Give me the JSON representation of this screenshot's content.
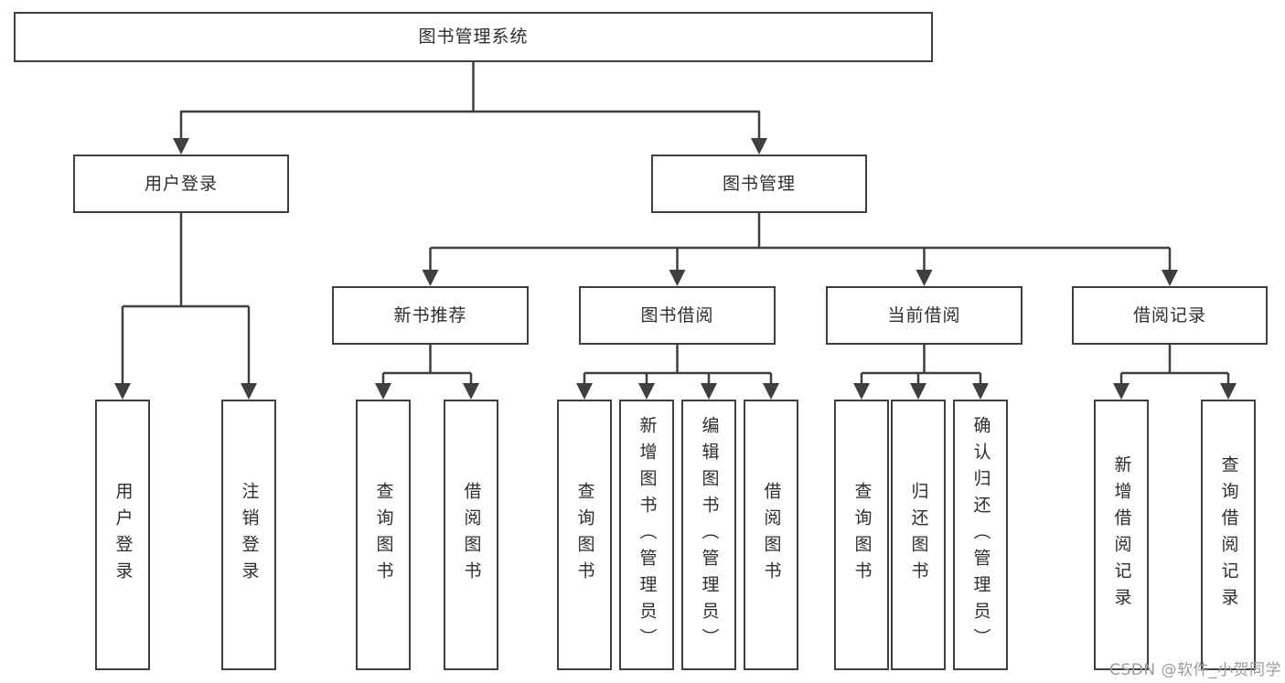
{
  "tree": {
    "root": "图书管理系统",
    "branches": [
      {
        "label": "用户登录",
        "leaves": [
          "用户登录",
          "注销登录"
        ]
      },
      {
        "label": "图书管理",
        "groups": [
          {
            "label": "新书推荐",
            "leaves": [
              "查询图书",
              "借阅图书"
            ]
          },
          {
            "label": "图书借阅",
            "leaves": [
              "查询图书",
              "新增图书（管理员）",
              "编辑图书（管理员）",
              "借阅图书"
            ]
          },
          {
            "label": "当前借阅",
            "leaves": [
              "查询图书",
              "归还图书",
              "确认归还（管理员）"
            ]
          },
          {
            "label": "借阅记录",
            "leaves": [
              "新增借阅记录",
              "查询借阅记录"
            ]
          }
        ]
      }
    ]
  },
  "watermark": "CSDN @软件_小贺同学",
  "colors": {
    "line": "#3f3f3f",
    "border": "#3f3f3f",
    "text": "#2e2e2e",
    "watermark_text": "#9b9b9b",
    "background": "#ffffff"
  }
}
